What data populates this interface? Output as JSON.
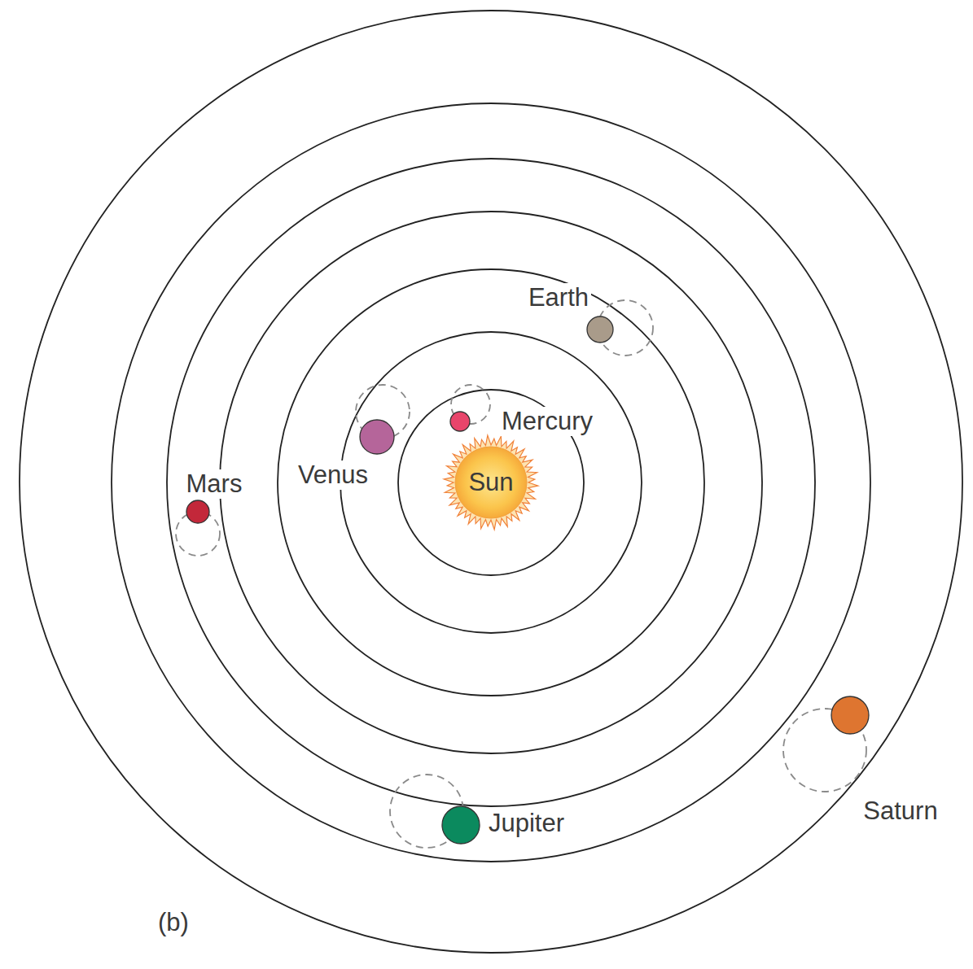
{
  "diagram": {
    "nodes": [
      {
        "text": [
          "Sun"
        ]
      }
    ],
    "labels": [
      "Earth",
      "Mercury",
      "Venus",
      "Mars",
      "Jupiter",
      "Saturn",
      "(b)"
    ]
  }
}
